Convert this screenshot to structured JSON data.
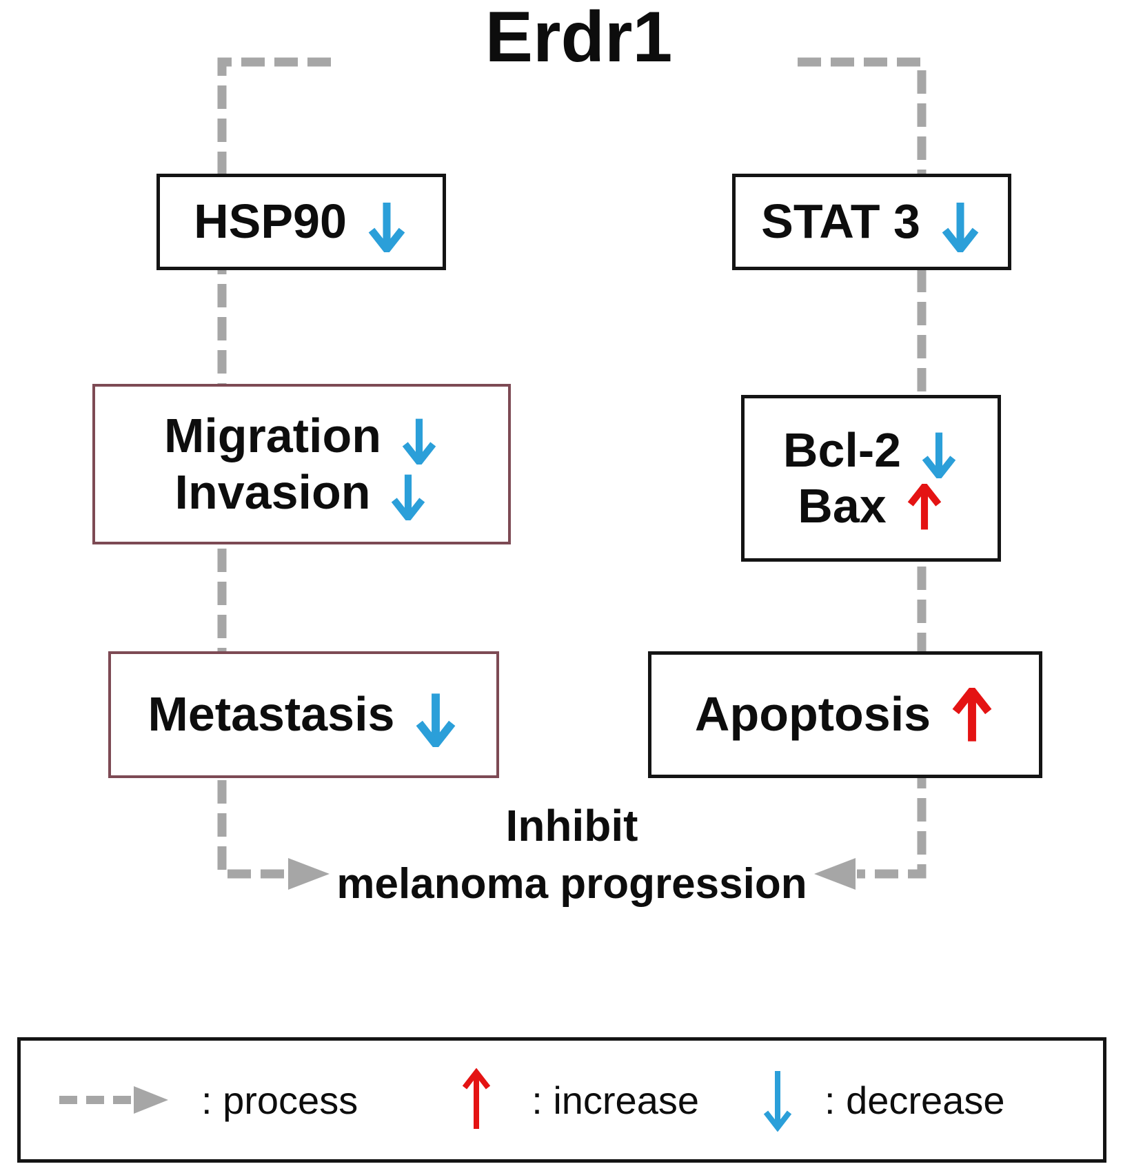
{
  "title": "Erdr1",
  "boxes": {
    "hsp90": {
      "label": "HSP90",
      "change": "decrease"
    },
    "stat3": {
      "label": "STAT 3",
      "change": "decrease"
    },
    "migration": {
      "label": "Migration",
      "change": "decrease"
    },
    "invasion": {
      "label": "Invasion",
      "change": "decrease"
    },
    "bcl2": {
      "label": "Bcl-2",
      "change": "decrease"
    },
    "bax": {
      "label": "Bax",
      "change": "increase"
    },
    "metastasis": {
      "label": "Metastasis",
      "change": "decrease"
    },
    "apoptosis": {
      "label": "Apoptosis",
      "change": "increase"
    }
  },
  "outcome": {
    "line1": "Inhibit",
    "line2": "melanoma progression"
  },
  "legend": {
    "process_label": ": process",
    "increase_label": ": increase",
    "decrease_label": ": decrease"
  },
  "colors": {
    "decrease_arrow": "#2b9fd9",
    "increase_arrow": "#e41313",
    "process_line": "#a6a6a6",
    "highlight_box_border": "#7d4a54",
    "box_border": "#141414"
  }
}
